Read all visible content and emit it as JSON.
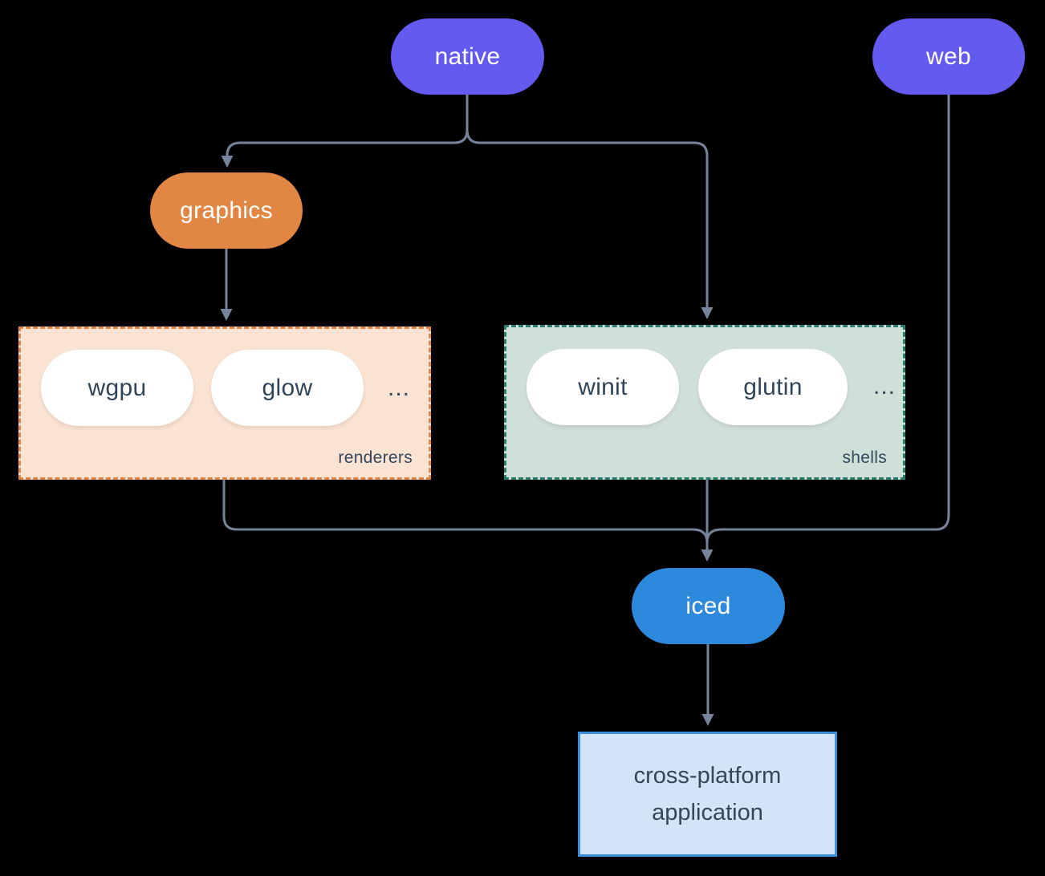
{
  "canvas": {
    "background": "#000000",
    "line_color": "#76849B"
  },
  "nodes": {
    "native": {
      "label": "native",
      "fill": "#635AF0",
      "text_color": "#FFFFFF"
    },
    "web": {
      "label": "web",
      "fill": "#635AF0",
      "text_color": "#FFFFFF"
    },
    "graphics": {
      "label": "graphics",
      "fill": "#E28743",
      "text_color": "#FFFFFF"
    },
    "iced": {
      "label": "iced",
      "fill": "#2D89DB",
      "text_color": "#FFFFFF"
    },
    "application": {
      "label_line_1": "cross-platform",
      "label_line_2": "application",
      "fill": "#D3E4F6",
      "border_color": "#3C8FDD",
      "text_color": "#33475B"
    }
  },
  "groups": {
    "renderers": {
      "label": "renderers",
      "fill": "#FAE3D3",
      "border_color": "#E28743",
      "label_color": "#33475B",
      "item_fill": "#FFFFFF",
      "item_text_color": "#31455A",
      "items": [
        {
          "label": "wgpu"
        },
        {
          "label": "glow"
        }
      ],
      "ellipsis": "..."
    },
    "shells": {
      "label": "shells",
      "fill": "#CFE0D9",
      "border_color": "#2A7D6E",
      "label_color": "#33475B",
      "item_fill": "#FFFFFF",
      "item_text_color": "#31455A",
      "items": [
        {
          "label": "winit"
        },
        {
          "label": "glutin"
        }
      ],
      "ellipsis": "..."
    }
  },
  "edges": [
    {
      "from": "native",
      "to": "graphics"
    },
    {
      "from": "native",
      "to": "shells"
    },
    {
      "from": "graphics",
      "to": "renderers"
    },
    {
      "from": "renderers",
      "to": "iced"
    },
    {
      "from": "shells",
      "to": "iced"
    },
    {
      "from": "web",
      "to": "iced"
    },
    {
      "from": "iced",
      "to": "application"
    }
  ]
}
